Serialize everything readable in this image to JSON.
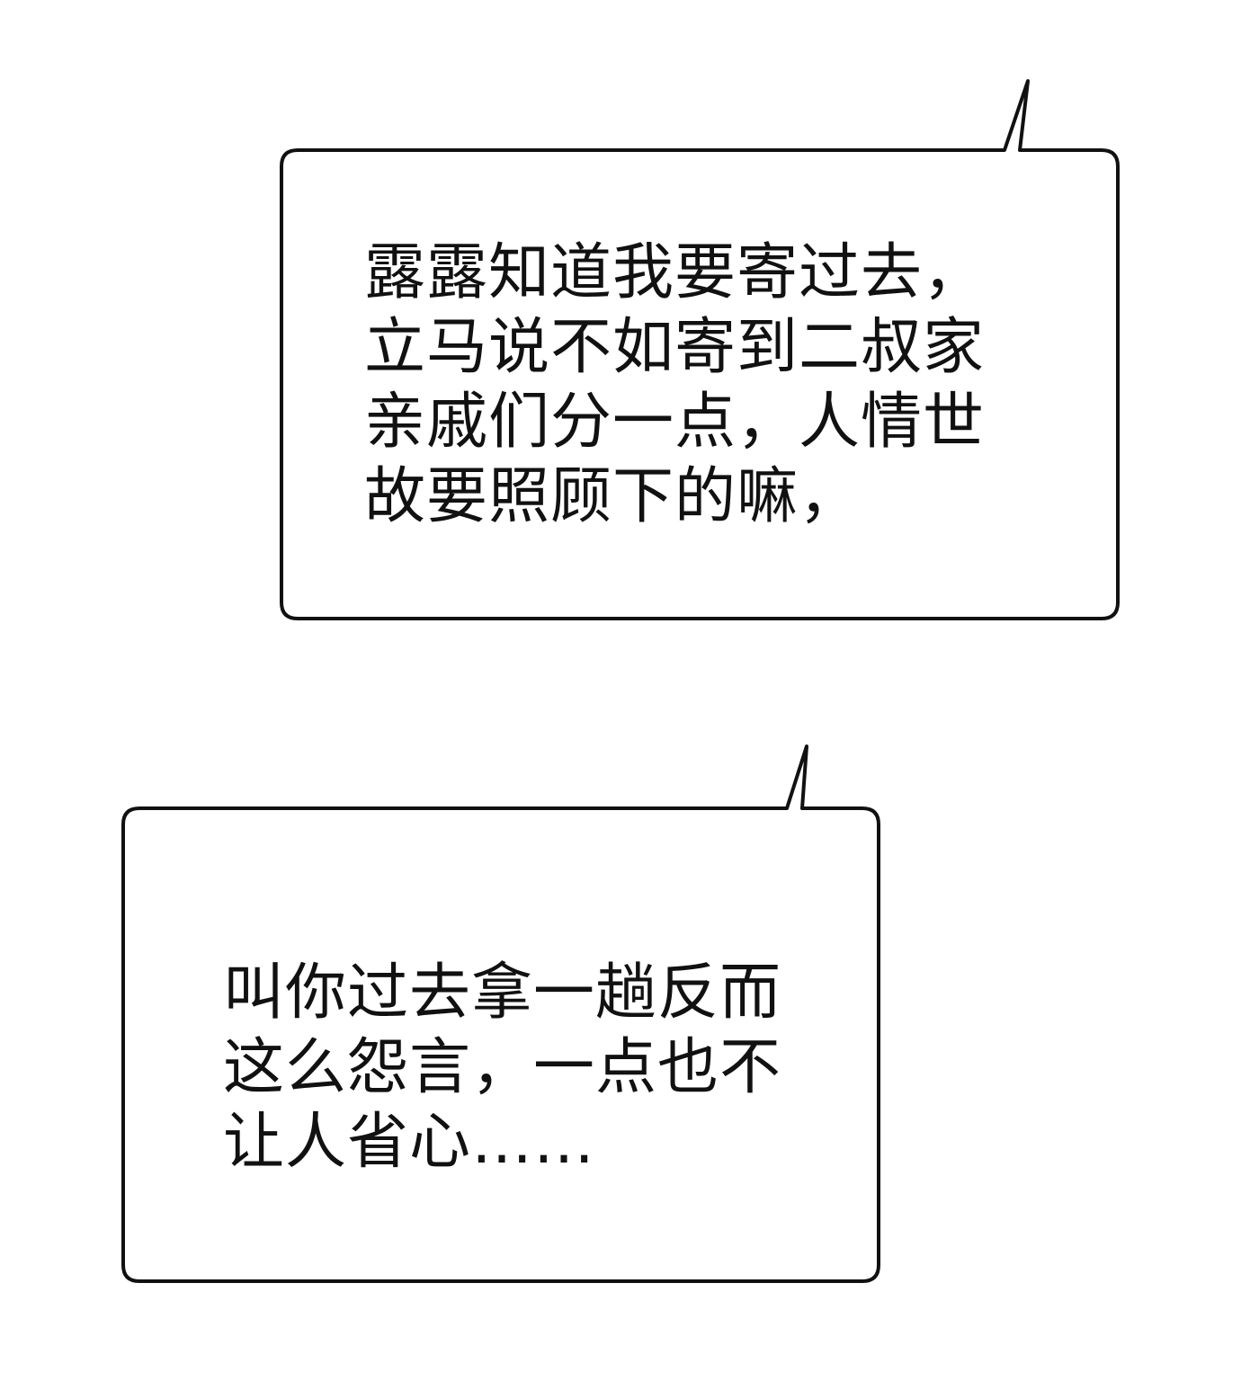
{
  "bubbles": [
    {
      "lines": [
        "露露知道我要寄过去，",
        "立马说不如寄到二叔家",
        "亲戚们分一点，人情世",
        "故要照顾下的嘛，"
      ]
    },
    {
      "lines": [
        "叫你过去拿一趟反而",
        "这么怨言，一点也不",
        "让人省心……"
      ]
    }
  ],
  "colors": {
    "outline": "#111111",
    "background": "#ffffff"
  }
}
